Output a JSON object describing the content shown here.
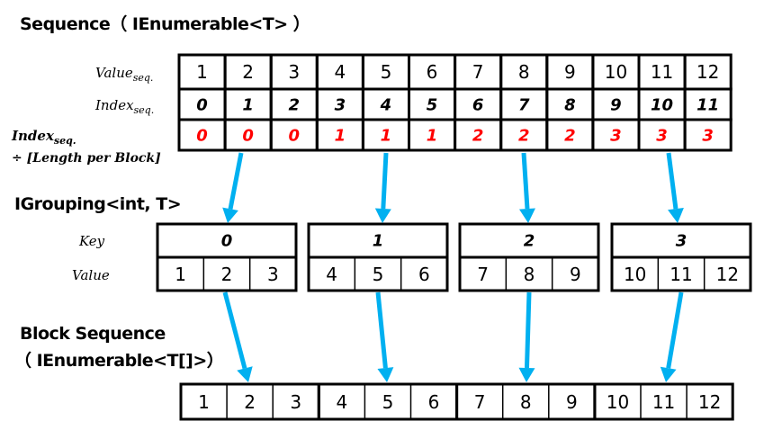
{
  "titles": {
    "sequence": "Sequence（ IEnumerable<T> ）",
    "grouping": "IGrouping<int, T>",
    "block_line1": "Block Sequence",
    "block_line2": "（ IEnumerable<T[]>）"
  },
  "labels": {
    "value_main": "Value",
    "value_sub": "seq.",
    "index_main": "Index",
    "index_sub": "seq.",
    "div_main": "Index",
    "div_sub": "seq.",
    "div_line2": "÷ [Length per Block]",
    "key": "Key",
    "value": "Value"
  },
  "sequence": {
    "values": [
      "1",
      "2",
      "3",
      "4",
      "5",
      "6",
      "7",
      "8",
      "9",
      "10",
      "11",
      "12"
    ],
    "indices": [
      "0",
      "1",
      "2",
      "3",
      "4",
      "5",
      "6",
      "7",
      "8",
      "9",
      "10",
      "11"
    ],
    "block_indices": [
      "0",
      "0",
      "0",
      "1",
      "1",
      "1",
      "2",
      "2",
      "2",
      "3",
      "3",
      "3"
    ]
  },
  "groups": [
    {
      "key": "0",
      "values": [
        "1",
        "2",
        "3"
      ]
    },
    {
      "key": "1",
      "values": [
        "4",
        "5",
        "6"
      ]
    },
    {
      "key": "2",
      "values": [
        "7",
        "8",
        "9"
      ]
    },
    {
      "key": "3",
      "values": [
        "10",
        "11",
        "12"
      ]
    }
  ],
  "blocks": [
    [
      "1",
      "2",
      "3"
    ],
    [
      "4",
      "5",
      "6"
    ],
    [
      "7",
      "8",
      "9"
    ],
    [
      "10",
      "11",
      "12"
    ]
  ],
  "colors": {
    "arrow": "#00b0f0",
    "block_index": "#ff0000",
    "border": "#000000"
  }
}
